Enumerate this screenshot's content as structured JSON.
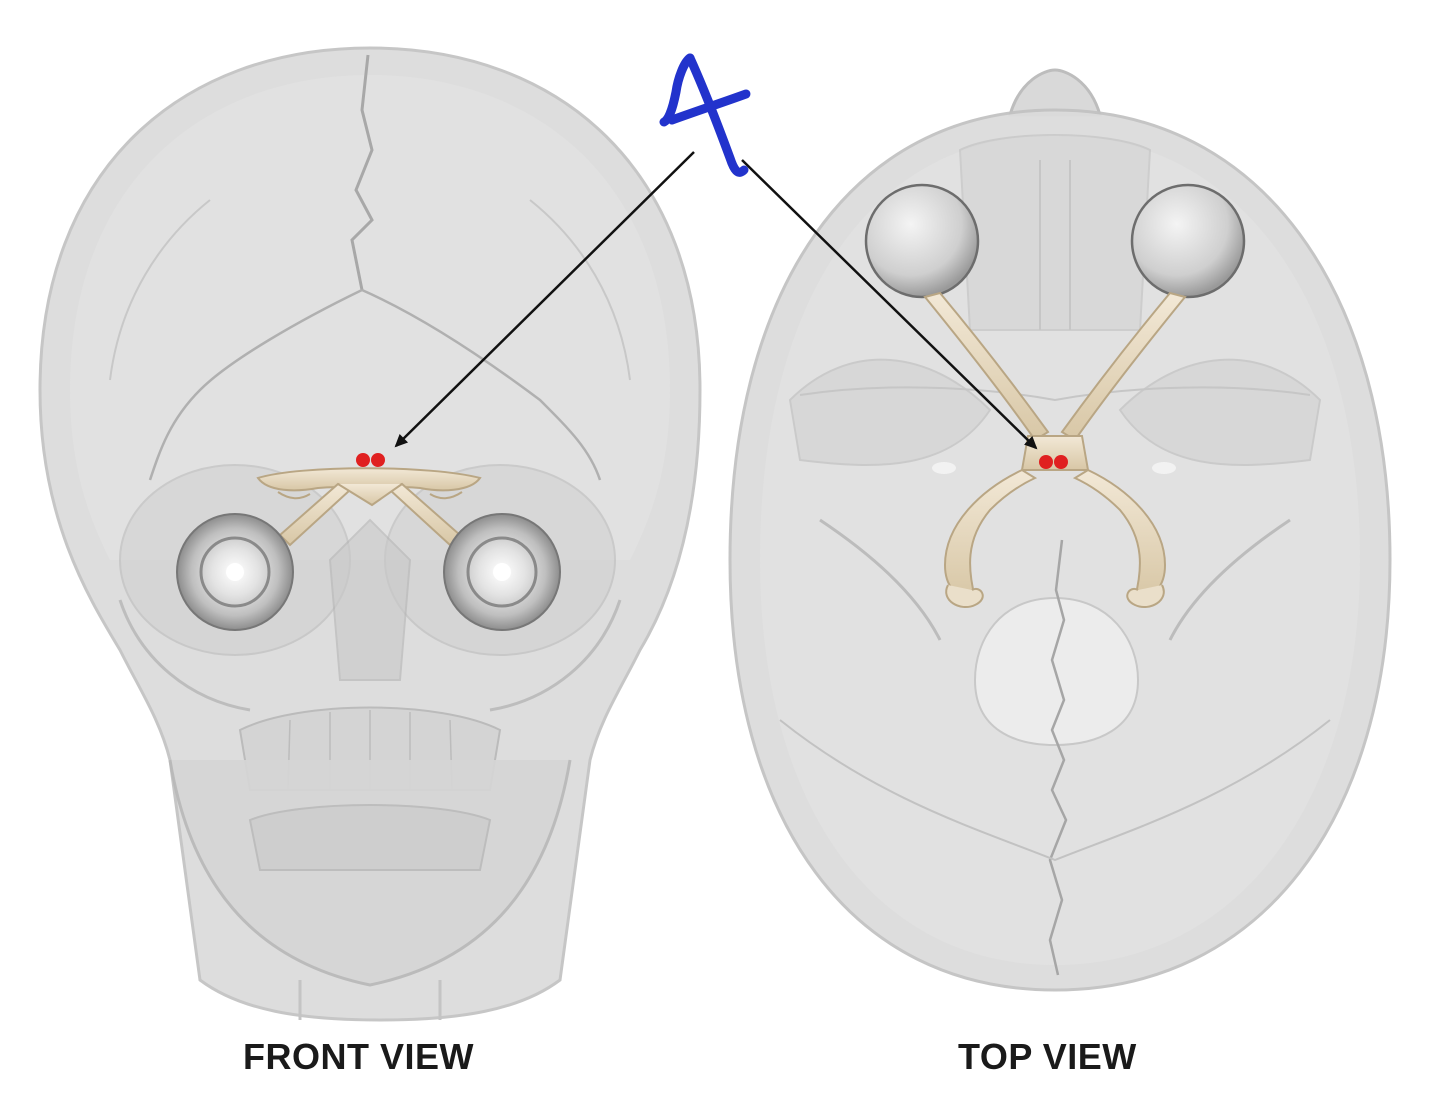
{
  "figure": {
    "annotation_label": "A",
    "views": [
      {
        "id": "front",
        "caption": "FRONT VIEW"
      },
      {
        "id": "top",
        "caption": "TOP VIEW"
      }
    ]
  },
  "colors": {
    "background": "#ffffff",
    "skull_fill": "#d9d9d9",
    "skull_outline": "#bdbdbd",
    "suture_line": "#9e9e9e",
    "eyeball_fill": "#cfcfcf",
    "optic_nerve": "#e9dcc4",
    "target_marker": "#e02020",
    "annotation_ink": "#2233cc",
    "arrow": "#111111",
    "caption_text": "#1a1a1a"
  },
  "icons": {
    "front_view": "skull-front-icon",
    "top_view": "skull-top-icon",
    "eye": "eyeball-icon",
    "pointer": "arrow-icon"
  }
}
